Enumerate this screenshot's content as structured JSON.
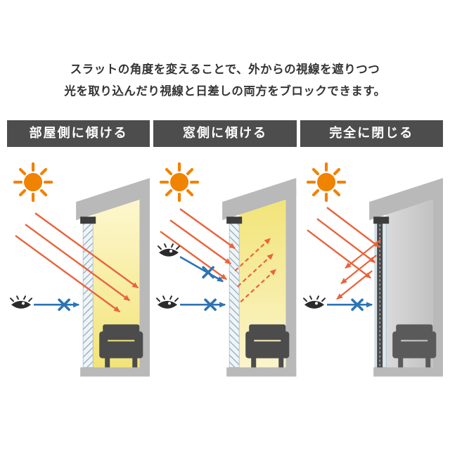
{
  "intro": {
    "line1": "スラットの角度を変えることで、外からの視線を遮りつつ",
    "line2": "光を取り込んだり視線と日差しの両方をブロックできます。"
  },
  "panels": [
    {
      "label": "部屋側に傾ける"
    },
    {
      "label": "窓側に傾ける"
    },
    {
      "label": "完全に閉じる"
    }
  ],
  "icons": {
    "sun-icon": "orange circle with rays",
    "eye-icon": "dark almond eye with lashes",
    "x-mark-icon": "blue × (view blocked)",
    "sofa-icon": "dark sofa silhouette",
    "light-arrow-icon": "orange sunlight arrow",
    "view-arrow-icon": "blue sightline arrow"
  },
  "colors": {
    "text_dark": "#333333",
    "header_bg": "#4d4d4d",
    "header_text": "#ffffff",
    "sun_orange": "#f08300",
    "light_arrow_orange": "#e8643c",
    "view_blue": "#2d74b4",
    "house_gray": "#b9b9b9",
    "room_yellow": "#f2e478",
    "room_gray": "#c9c9c9",
    "sofa_gray": "#4c4c4c",
    "blind_glass_blue": "#dceaf2"
  }
}
